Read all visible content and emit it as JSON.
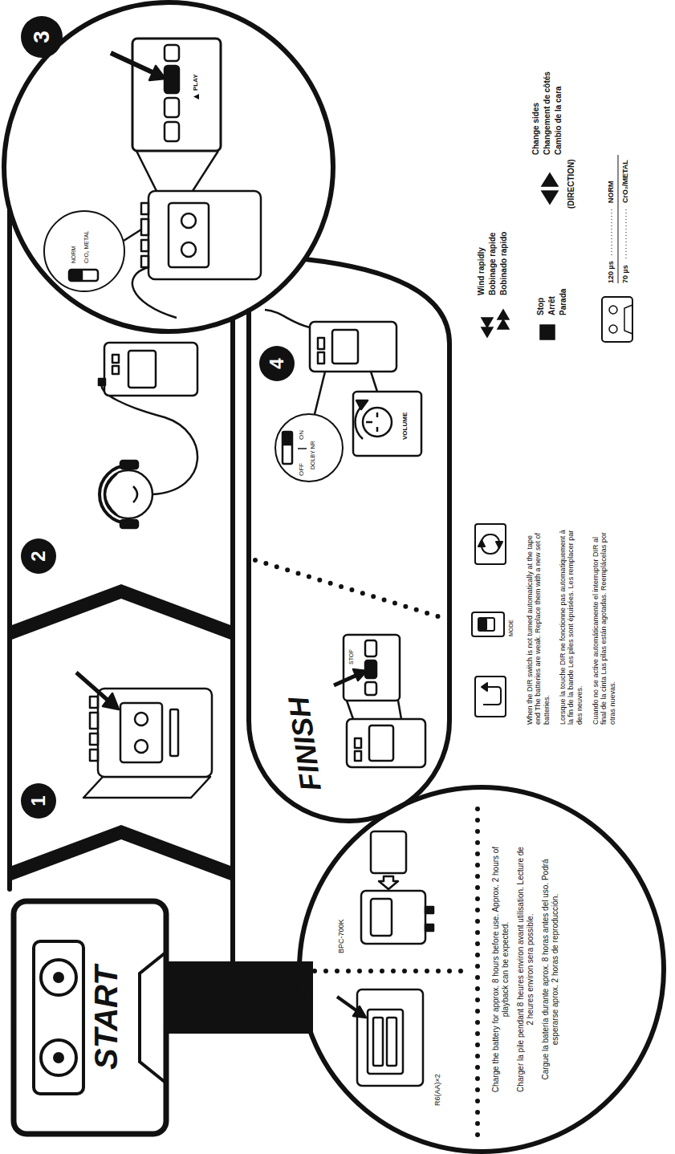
{
  "diagram": {
    "nodes": [
      {
        "text": [
          "START"
        ]
      },
      {
        "text": [
          "1"
        ]
      },
      {
        "text": [
          "2"
        ]
      },
      {
        "text": [
          "3"
        ]
      },
      {
        "text": [
          "4"
        ]
      },
      {
        "text": [
          "Charge the battery for approx. 8 hours before use. Approx. 2 hours of playback can be expected.",
          "Charger la pile pendant 8 heures environ avant utilisation. Lecture de 2 heures environ sera possible.",
          "Cargue la batería durante aprox. 8 horas antes del uso. Podrá esperarse aprox. 2 horas de reproducción."
        ]
      }
    ],
    "labels": [
      "R6(AA)×2",
      "BPC-700K",
      "PLAY",
      "NORM",
      "CrO₂ METAL",
      "OFF",
      "ON",
      "DOLBY NR",
      "VOLUME",
      "FINISH",
      "STOP",
      "MODE",
      "When the DIR switch is not turned automatically at the tape end The batteries are weak. Replace them with a new set of batteries.",
      "Lorsque la touche DIR ne fonctionne pas automatiquement à la fin de la bande Les piles sont épuisées. Les remplacer par des neuves.",
      "Cuando no se active automáticamente el interruptor DIR al final de la cinta Las pilas están agotadas. Reemplácelas por otras nuevas.",
      "Wind rapidly",
      "Bobinage rapide",
      "Bobinado rapido",
      "Stop",
      "Arrêt",
      "Parada",
      "Change sides",
      "Changement de côtés",
      "Cambio de la cara",
      "(DIRECTION)",
      "120 µs",
      "NORM",
      "70 µs",
      "CrO₂/METAL"
    ]
  }
}
